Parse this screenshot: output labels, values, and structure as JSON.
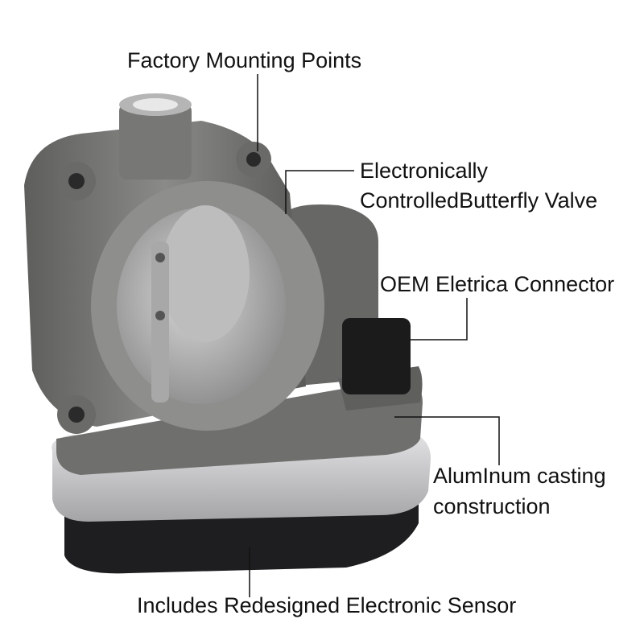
{
  "callouts": {
    "mounting_points": "Factory Mounting Points",
    "butterfly_valve_line1": "Electronically",
    "butterfly_valve_line2": "ControlledButterfly Valve",
    "connector": "OEM Eletrica Connector",
    "casting_line1": "AlumInum casting",
    "casting_line2": "construction",
    "sensor": "Includes Redesigned Electronic Sensor"
  },
  "colors": {
    "metal": "#7d7d7b",
    "metal_dark": "#4f4f4e",
    "black_base": "#1e1e20",
    "silver_band": "#c9c9cb"
  }
}
